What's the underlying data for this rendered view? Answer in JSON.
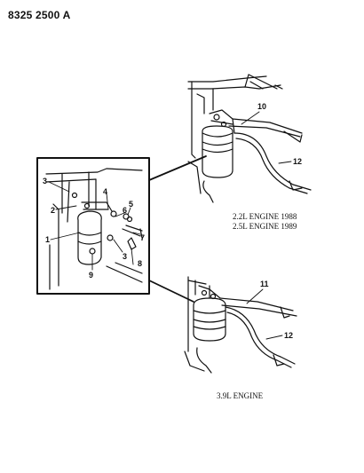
{
  "header": {
    "page_code": "8325 2500 A"
  },
  "captions": {
    "top_line1": "2.2L ENGINE 1988",
    "top_line2": "2.5L ENGINE 1989",
    "bottom": "3.9L ENGINE"
  },
  "callouts": {
    "c1": "1",
    "c2": "2",
    "c3a": "3",
    "c3b": "3",
    "c4": "4",
    "c5": "5",
    "c6": "6",
    "c7": "7",
    "c8": "8",
    "c9": "9",
    "c10": "10",
    "c11": "11",
    "c12a": "12",
    "c12b": "12"
  }
}
